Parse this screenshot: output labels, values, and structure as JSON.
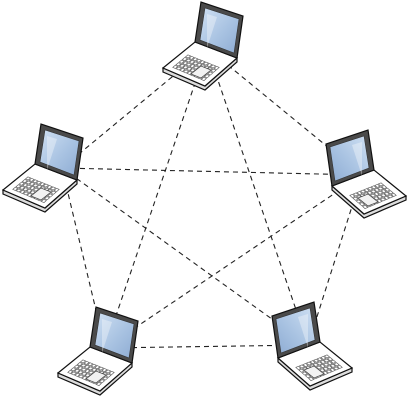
{
  "diagram": {
    "type": "full-mesh network",
    "nodes": [
      {
        "id": "laptop-top",
        "icon": "laptop-icon",
        "facing": "right"
      },
      {
        "id": "laptop-left",
        "icon": "laptop-icon",
        "facing": "right"
      },
      {
        "id": "laptop-right",
        "icon": "laptop-icon",
        "facing": "left"
      },
      {
        "id": "laptop-bottom-left",
        "icon": "laptop-icon",
        "facing": "right"
      },
      {
        "id": "laptop-bottom-right",
        "icon": "laptop-icon",
        "facing": "left"
      }
    ],
    "links": [
      [
        "laptop-top",
        "laptop-left"
      ],
      [
        "laptop-top",
        "laptop-right"
      ],
      [
        "laptop-top",
        "laptop-bottom-left"
      ],
      [
        "laptop-top",
        "laptop-bottom-right"
      ],
      [
        "laptop-left",
        "laptop-right"
      ],
      [
        "laptop-left",
        "laptop-bottom-left"
      ],
      [
        "laptop-left",
        "laptop-bottom-right"
      ],
      [
        "laptop-right",
        "laptop-bottom-left"
      ],
      [
        "laptop-right",
        "laptop-bottom-right"
      ],
      [
        "laptop-bottom-left",
        "laptop-bottom-right"
      ]
    ],
    "link_style": "dashed",
    "colors": {
      "background": "#ffffff",
      "line": "#222222",
      "screen": "#4a4a4a"
    }
  }
}
